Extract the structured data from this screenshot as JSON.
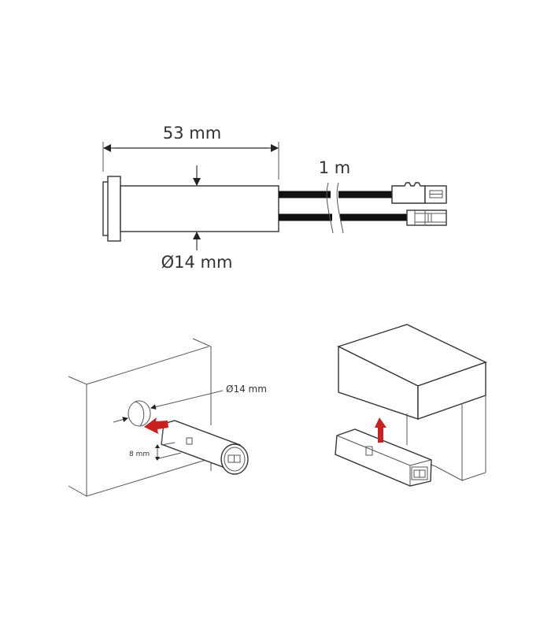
{
  "figure": {
    "type": "technical-dimension-and-installation-diagram",
    "background": "#ffffff",
    "accent_color": "#cc1f1f",
    "line_color": "#333333"
  },
  "top_diagram": {
    "length_label": "53 mm",
    "diameter_label": "Ø14 mm",
    "cable_length_label": "1 m",
    "cable_count": 2,
    "connectors": [
      "male-connector",
      "female-connector"
    ]
  },
  "install_recessed": {
    "hole_diameter_label": "Ø14 mm",
    "offset_label": "8 mm",
    "arrow": "insert-arrow"
  },
  "install_surface": {
    "arrow": "mount-up-arrow"
  }
}
